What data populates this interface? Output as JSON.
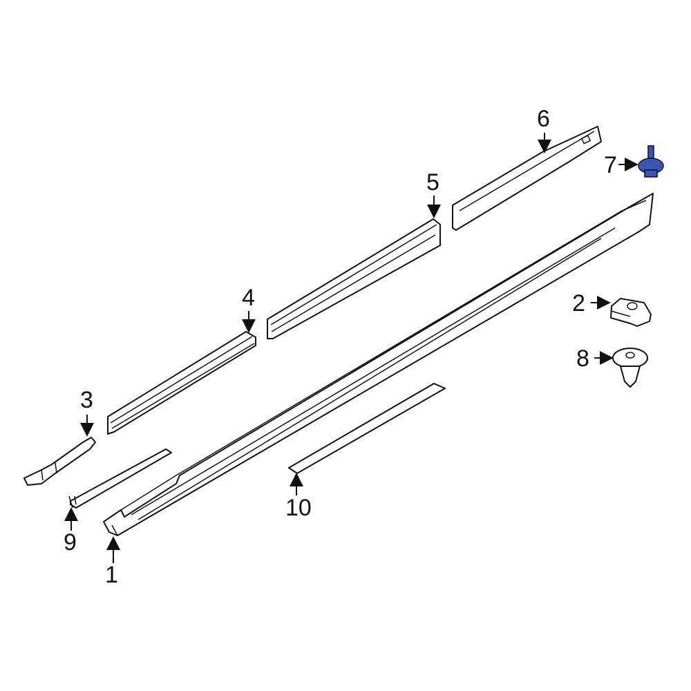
{
  "diagram": {
    "type": "exploded parts diagram",
    "accent_color": "#3a55b8",
    "callouts": [
      {
        "id": "1",
        "label": "1",
        "part": "rocker-panel-molding"
      },
      {
        "id": "2",
        "label": "2",
        "part": "clip-nut"
      },
      {
        "id": "3",
        "label": "3",
        "part": "end-bracket"
      },
      {
        "id": "4",
        "label": "4",
        "part": "front-retainer-strip"
      },
      {
        "id": "5",
        "label": "5",
        "part": "center-retainer-strip"
      },
      {
        "id": "6",
        "label": "6",
        "part": "rear-retainer-bracket"
      },
      {
        "id": "7",
        "label": "7",
        "part": "stud-fastener",
        "highlighted": true
      },
      {
        "id": "8",
        "label": "8",
        "part": "push-pin-clip"
      },
      {
        "id": "9",
        "label": "9",
        "part": "seal-strip"
      },
      {
        "id": "10",
        "label": "10",
        "part": "adhesive-tape"
      }
    ]
  }
}
